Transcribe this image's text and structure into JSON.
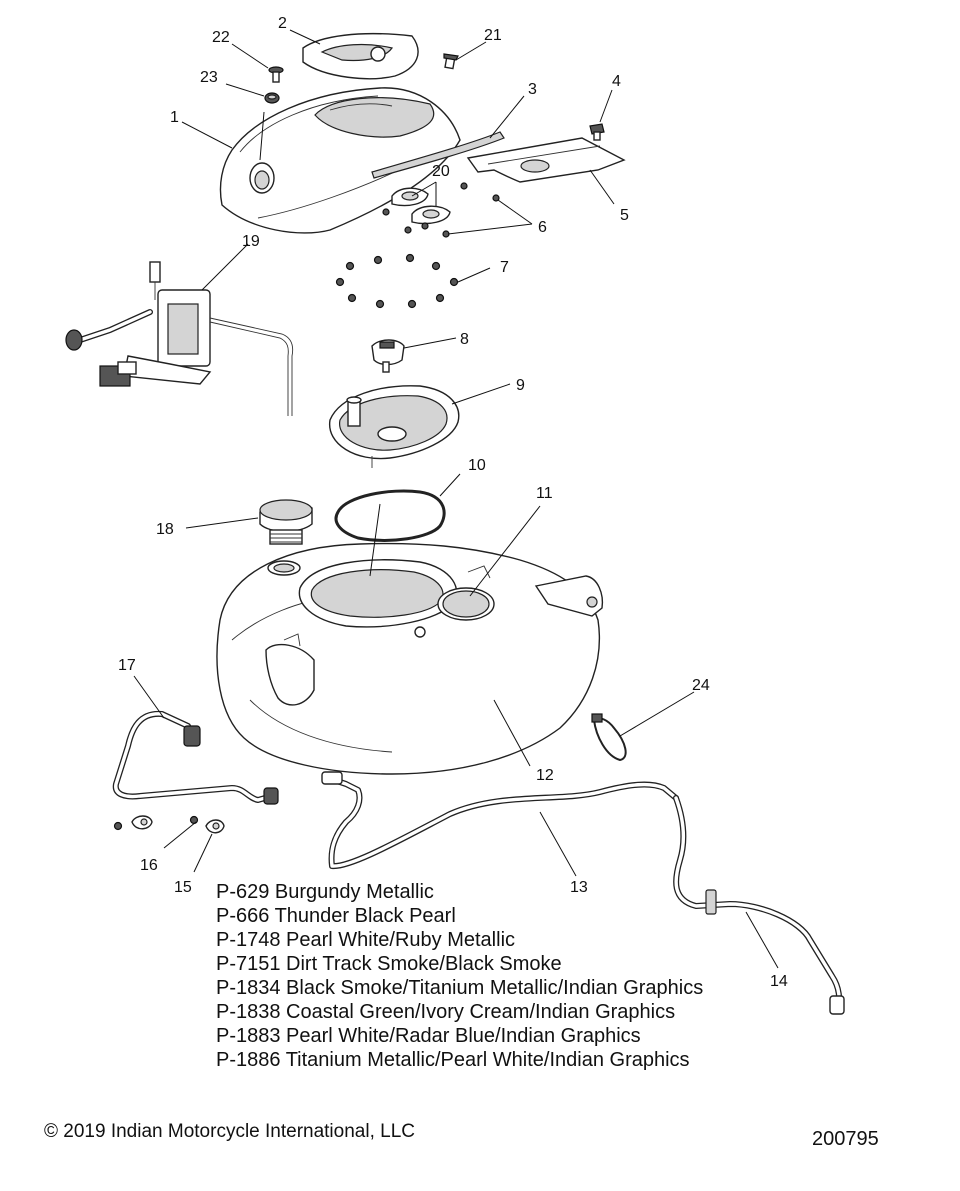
{
  "callouts": {
    "c1": "1",
    "c2": "2",
    "c3": "3",
    "c4": "4",
    "c5": "5",
    "c6": "6",
    "c7": "7",
    "c8": "8",
    "c9": "9",
    "c10": "10",
    "c11": "11",
    "c12": "12",
    "c13": "13",
    "c14": "14",
    "c15": "15",
    "c16": "16",
    "c17": "17",
    "c18": "18",
    "c19": "19",
    "c20": "20",
    "c21": "21",
    "c22": "22",
    "c23": "23",
    "c24": "24"
  },
  "paint_codes": [
    "P-629 Burgundy Metallic",
    "P-666 Thunder Black Pearl",
    "P-1748 Pearl White/Ruby Metallic",
    "P-7151 Dirt Track Smoke/Black Smoke",
    "P-1834 Black Smoke/Titanium Metallic/Indian Graphics",
    "P-1838 Coastal Green/Ivory Cream/Indian Graphics",
    "P-1883 Pearl White/Radar Blue/Indian Graphics",
    "P-1886 Titanium Metallic/Pearl White/Indian Graphics"
  ],
  "copyright": "© 2019 Indian Motorcycle International, LLC",
  "drawing_number": "200795",
  "colors": {
    "line": "#222222",
    "background": "#ffffff",
    "shade": "#d4d4d4"
  }
}
